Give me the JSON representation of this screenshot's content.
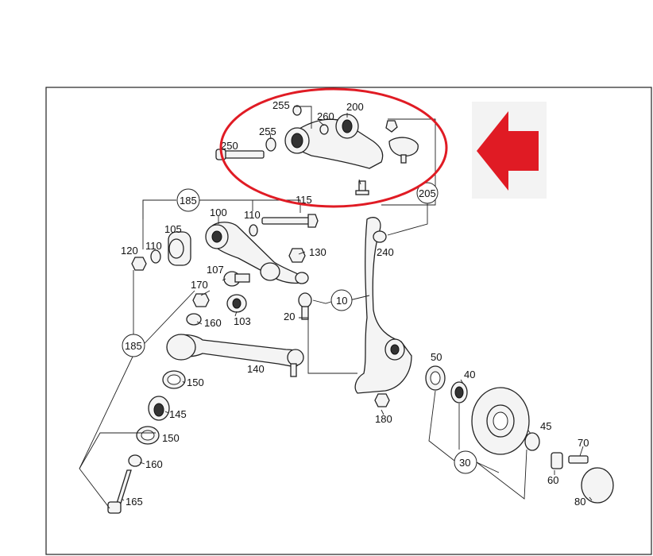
{
  "diagram": {
    "labels": {
      "p255a": "255",
      "p200": "200",
      "p260": "260",
      "p255b": "255",
      "p250": "250",
      "p185a": "185",
      "p115": "115",
      "p205": "205",
      "p100": "100",
      "p110a": "110",
      "p105": "105",
      "p120": "120",
      "p110b": "110",
      "p240": "240",
      "p130": "130",
      "p107": "107",
      "p170": "170",
      "p10": "10",
      "p103": "103",
      "p20": "20",
      "p160a": "160",
      "p185b": "185",
      "p140": "140",
      "p50": "50",
      "p40": "40",
      "p150a": "150",
      "p145": "145",
      "p180": "180",
      "p150b": "150",
      "p45": "45",
      "p70": "70",
      "p160b": "160",
      "p30": "30",
      "p60": "60",
      "p165": "165",
      "p80": "80"
    },
    "highlight_color": "#e01b24",
    "arrow_color": "#e01b24"
  }
}
